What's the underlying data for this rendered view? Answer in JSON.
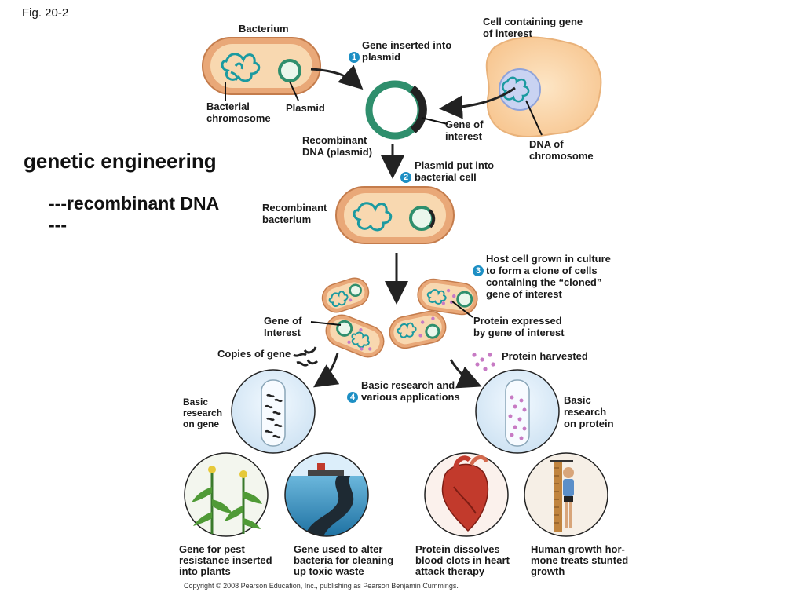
{
  "fig_label": "Fig. 20-2",
  "title": "genetic engineering",
  "subtitle": "---recombinant DNA\n---",
  "labels": {
    "bacterium": "Bacterium",
    "bacterial_chromosome": "Bacterial\nchromosome",
    "plasmid": "Plasmid",
    "cell_containing_gene": "Cell containing gene\nof interest",
    "dna_of_chromosome": "DNA of\nchromosome",
    "gene_of_interest_top": "Gene of\ninterest",
    "recombinant_dna": "Recombinant\nDNA (plasmid)",
    "recombinant_bacterium": "Recombinant\nbacterium",
    "gene_of_interest_mid": "Gene of\nInterest",
    "protein_expressed": "Protein expressed\nby gene of interest",
    "copies_of_gene": "Copies of gene",
    "protein_harvested": "Protein harvested",
    "basic_research_gene": "Basic\nresearch\non gene",
    "basic_research_protein": "Basic\nresearch\non protein"
  },
  "steps": [
    {
      "num": "1",
      "text": "Gene inserted into\nplasmid"
    },
    {
      "num": "2",
      "text": "Plasmid put into\nbacterial cell"
    },
    {
      "num": "3",
      "text": "Host cell grown in culture\nto form a clone of cells\ncontaining the “cloned”\ngene of interest"
    },
    {
      "num": "4",
      "text": "Basic research and\nvarious applications"
    }
  ],
  "applications": [
    "Gene for pest\nresistance inserted\ninto plants",
    "Gene used to alter\nbacteria for cleaning\nup toxic waste",
    "Protein dissolves\nblood clots in heart\nattack therapy",
    "Human growth hor-\nmone treats stunted\ngrowth"
  ],
  "copyright": "Copyright © 2008 Pearson Education, Inc., publishing as Pearson Benjamin Cummings.",
  "colors": {
    "cell_outer": "#e9a878",
    "cell_inner": "#f8d8b0",
    "dna": "#1b9aa0",
    "plasmid_ring": "#2f8f6d",
    "protein": "#c77ac4",
    "step_badge": "#1d8fc4",
    "water": "#3b95c2"
  }
}
